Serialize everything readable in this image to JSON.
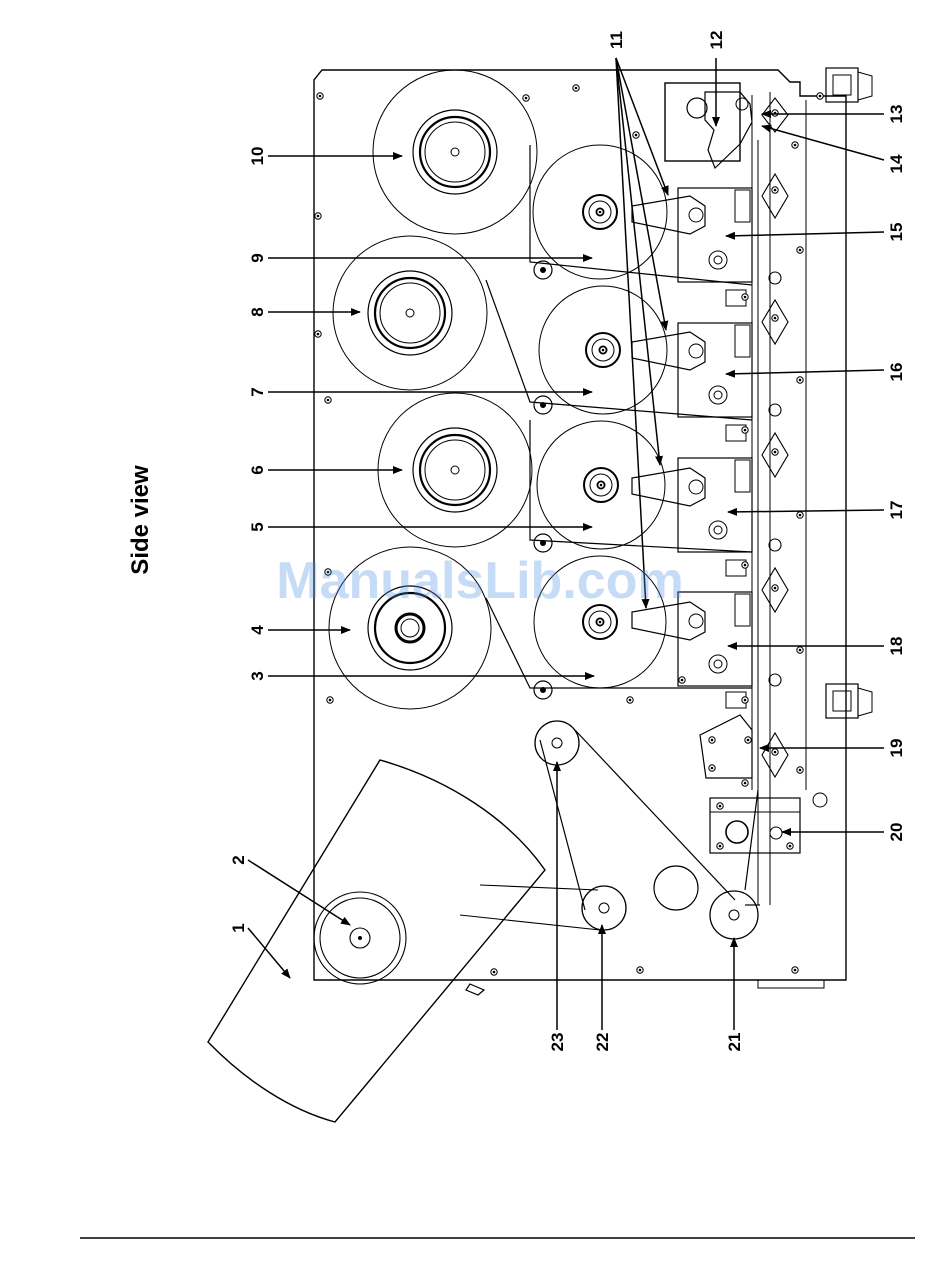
{
  "title": "Side view",
  "watermark": "ManualsLib.com",
  "callouts": [
    {
      "id": "c1",
      "text": "1"
    },
    {
      "id": "c2",
      "text": "2"
    },
    {
      "id": "c3",
      "text": "3"
    },
    {
      "id": "c4",
      "text": "4"
    },
    {
      "id": "c5",
      "text": "5"
    },
    {
      "id": "c6",
      "text": "6"
    },
    {
      "id": "c7",
      "text": "7"
    },
    {
      "id": "c8",
      "text": "8"
    },
    {
      "id": "c9",
      "text": "9"
    },
    {
      "id": "c10",
      "text": "10"
    },
    {
      "id": "c11",
      "text": "11"
    },
    {
      "id": "c12",
      "text": "12"
    },
    {
      "id": "c13",
      "text": "13"
    },
    {
      "id": "c14",
      "text": "14"
    },
    {
      "id": "c15",
      "text": "15"
    },
    {
      "id": "c16",
      "text": "16"
    },
    {
      "id": "c17",
      "text": "17"
    },
    {
      "id": "c18",
      "text": "18"
    },
    {
      "id": "c19",
      "text": "19"
    },
    {
      "id": "c20",
      "text": "20"
    },
    {
      "id": "c21",
      "text": "21"
    },
    {
      "id": "c22",
      "text": "22"
    },
    {
      "id": "c23",
      "text": "23"
    }
  ]
}
